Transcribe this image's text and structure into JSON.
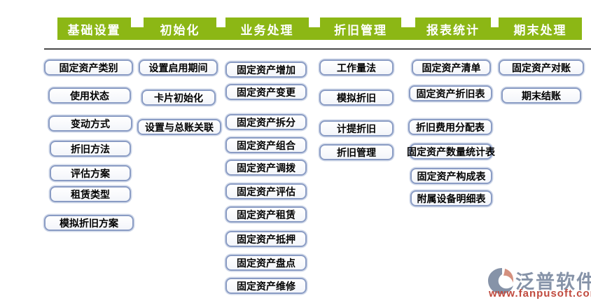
{
  "colors": {
    "tab_green": "#8CB715",
    "button_border": "#8a9cc4",
    "button_halo": "#d2daea",
    "divider_gray": "#4a4a4a",
    "logo_gray": "#8693A8",
    "logo_salmon": "#D4907E",
    "logo_red": "#C04A3E"
  },
  "modules": [
    {
      "tab": "基础设置",
      "items": [
        "固定资产类别",
        "使用状态",
        "变动方式",
        "折旧方法",
        "评估方案",
        "租赁类型",
        "模拟折旧方案"
      ]
    },
    {
      "tab": "初始化",
      "items": [
        "设置启用期间",
        "卡片初始化",
        "设置与总账关联"
      ]
    },
    {
      "tab": "业务处理",
      "items": [
        "固定资产增加",
        "固定资产变更",
        "固定资产拆分",
        "固定资产组合",
        "固定资产调拨",
        "固定资产评估",
        "固定资产租赁",
        "固定资产抵押",
        "固定资产盘点",
        "固定资产维修"
      ]
    },
    {
      "tab": "折旧管理",
      "items": [
        "工作量法",
        "模拟折旧",
        "计提折旧",
        "折旧管理"
      ]
    },
    {
      "tab": "报表统计",
      "items": [
        "固定资产清单",
        "固定资产折旧表",
        "折旧费用分配表",
        "固定资产数量统计表",
        "固定资产构成表",
        "附属设备明细表"
      ]
    },
    {
      "tab": "期末处理",
      "items": [
        "固定资产对账",
        "期末结账"
      ]
    }
  ],
  "logo": {
    "brand": "泛普软件",
    "url": "www.fanpusoft.com"
  }
}
